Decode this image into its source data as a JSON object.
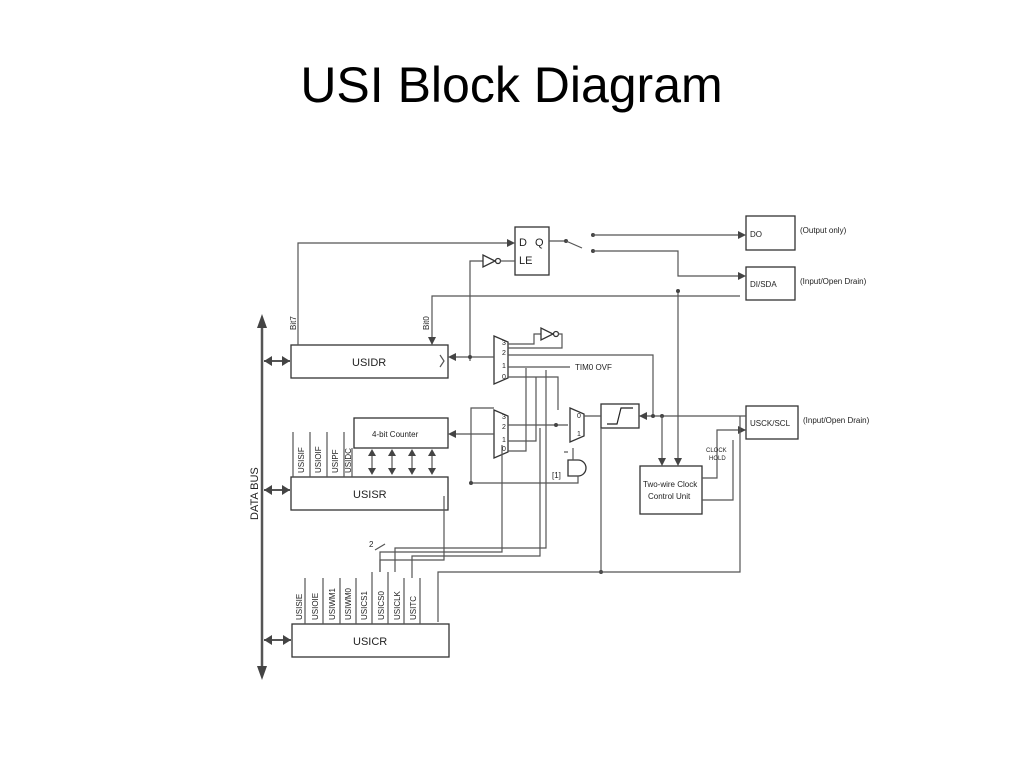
{
  "title": "USI Block Diagram",
  "colors": {
    "ink": "#333333",
    "background": "#ffffff"
  },
  "diagram": {
    "bus_label": "DATA BUS",
    "blocks": {
      "usidr": "USIDR",
      "usisr": "USISR",
      "usicr": "USICR",
      "counter": "4-bit Counter",
      "twi_line1": "Two-wire Clock",
      "twi_line2": "Control Unit",
      "latch_d": "D",
      "latch_q": "Q",
      "latch_le": "LE",
      "do": "DO",
      "disda": "DI/SDA",
      "usck": "USCK/SCL"
    },
    "pin_notes": {
      "do": "(Output only)",
      "disda": "(Input/Open Drain)",
      "usck": "(Input/Open Drain)"
    },
    "signals": {
      "bit7": "Bit7",
      "bit0": "Bit0",
      "tim0": "TIM0 OVF",
      "clock_hold_1": "CLOCK",
      "clock_hold_2": "HOLD",
      "and_sel": "[1]",
      "bus_width": "2"
    },
    "mux_inputs": {
      "upper": [
        "3",
        "2",
        "1",
        "0"
      ],
      "lower": [
        "3",
        "2",
        "1",
        "0"
      ],
      "edge": [
        "0",
        "1"
      ]
    },
    "usisr_bits": [
      "USISIF",
      "USIOIF",
      "USIPF",
      "USIDC"
    ],
    "usicr_bits": [
      "USISIE",
      "USIOIE",
      "USIWM1",
      "USIWM0",
      "USICS1",
      "USICS0",
      "USICLK",
      "USITC"
    ]
  }
}
